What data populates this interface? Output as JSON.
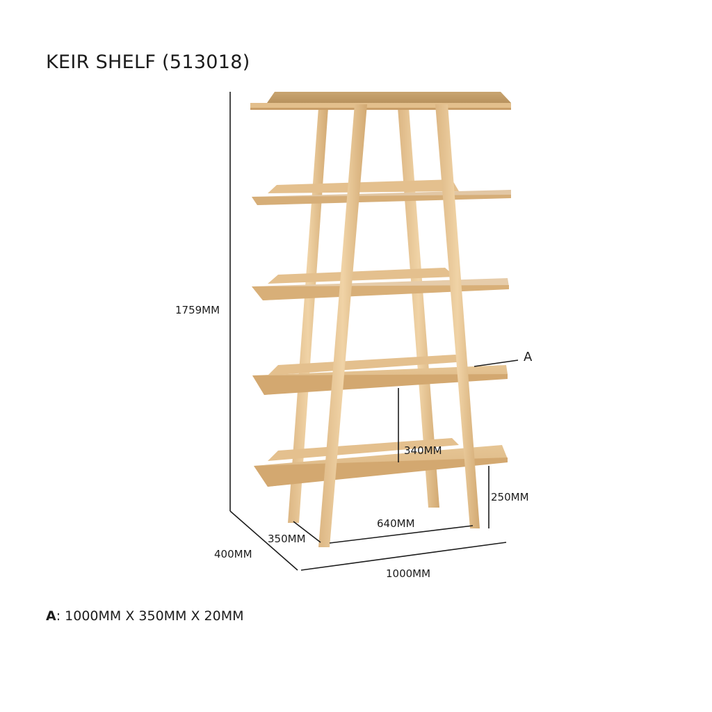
{
  "title": "KEIR SHELF (513018)",
  "dimensions": {
    "height": "1759MM",
    "width": "1000MM",
    "depth": "400MM",
    "inner_depth": "350MM",
    "inner_width": "640MM",
    "leg_clearance": "250MM",
    "shelf_spacing": "340MM"
  },
  "callout": {
    "marker": "A"
  },
  "spec": {
    "key": "A",
    "separator": ":",
    "value": " 1000MM X 350MM X 20MM"
  },
  "colors": {
    "wood_light": "#e9c99a",
    "wood_mid": "#d8b17c",
    "wood_dark": "#b98e5c",
    "line": "#1c1c1c"
  }
}
